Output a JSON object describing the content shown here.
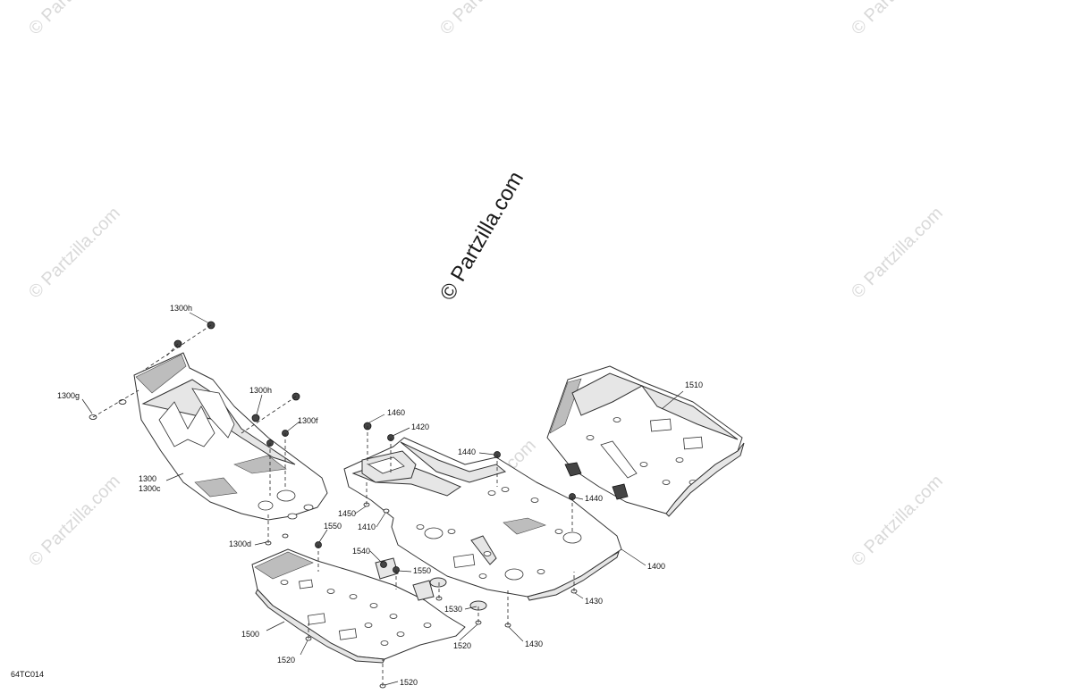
{
  "watermark": {
    "main": "© Partzilla.com",
    "repeat": "© Partzilla.com"
  },
  "diagram_code": "64TC014",
  "callouts": {
    "c1300h_a": "1300h",
    "c1300g": "1300g",
    "c1300h_b": "1300h",
    "c1300f": "1300f",
    "c1300": "1300",
    "c1300c": "1300c",
    "c1300d": "1300d",
    "c1460": "1460",
    "c1420": "1420",
    "c1440_a": "1440",
    "c1440_b": "1440",
    "c1450": "1450",
    "c1410": "1410",
    "c1510": "1510",
    "c1400": "1400",
    "c1550_a": "1550",
    "c1540": "1540",
    "c1550_b": "1550",
    "c1530": "1530",
    "c1520_a": "1520",
    "c1520_b": "1520",
    "c1520_c": "1520",
    "c1500": "1500",
    "c1430_a": "1430",
    "c1430_b": "1430"
  }
}
